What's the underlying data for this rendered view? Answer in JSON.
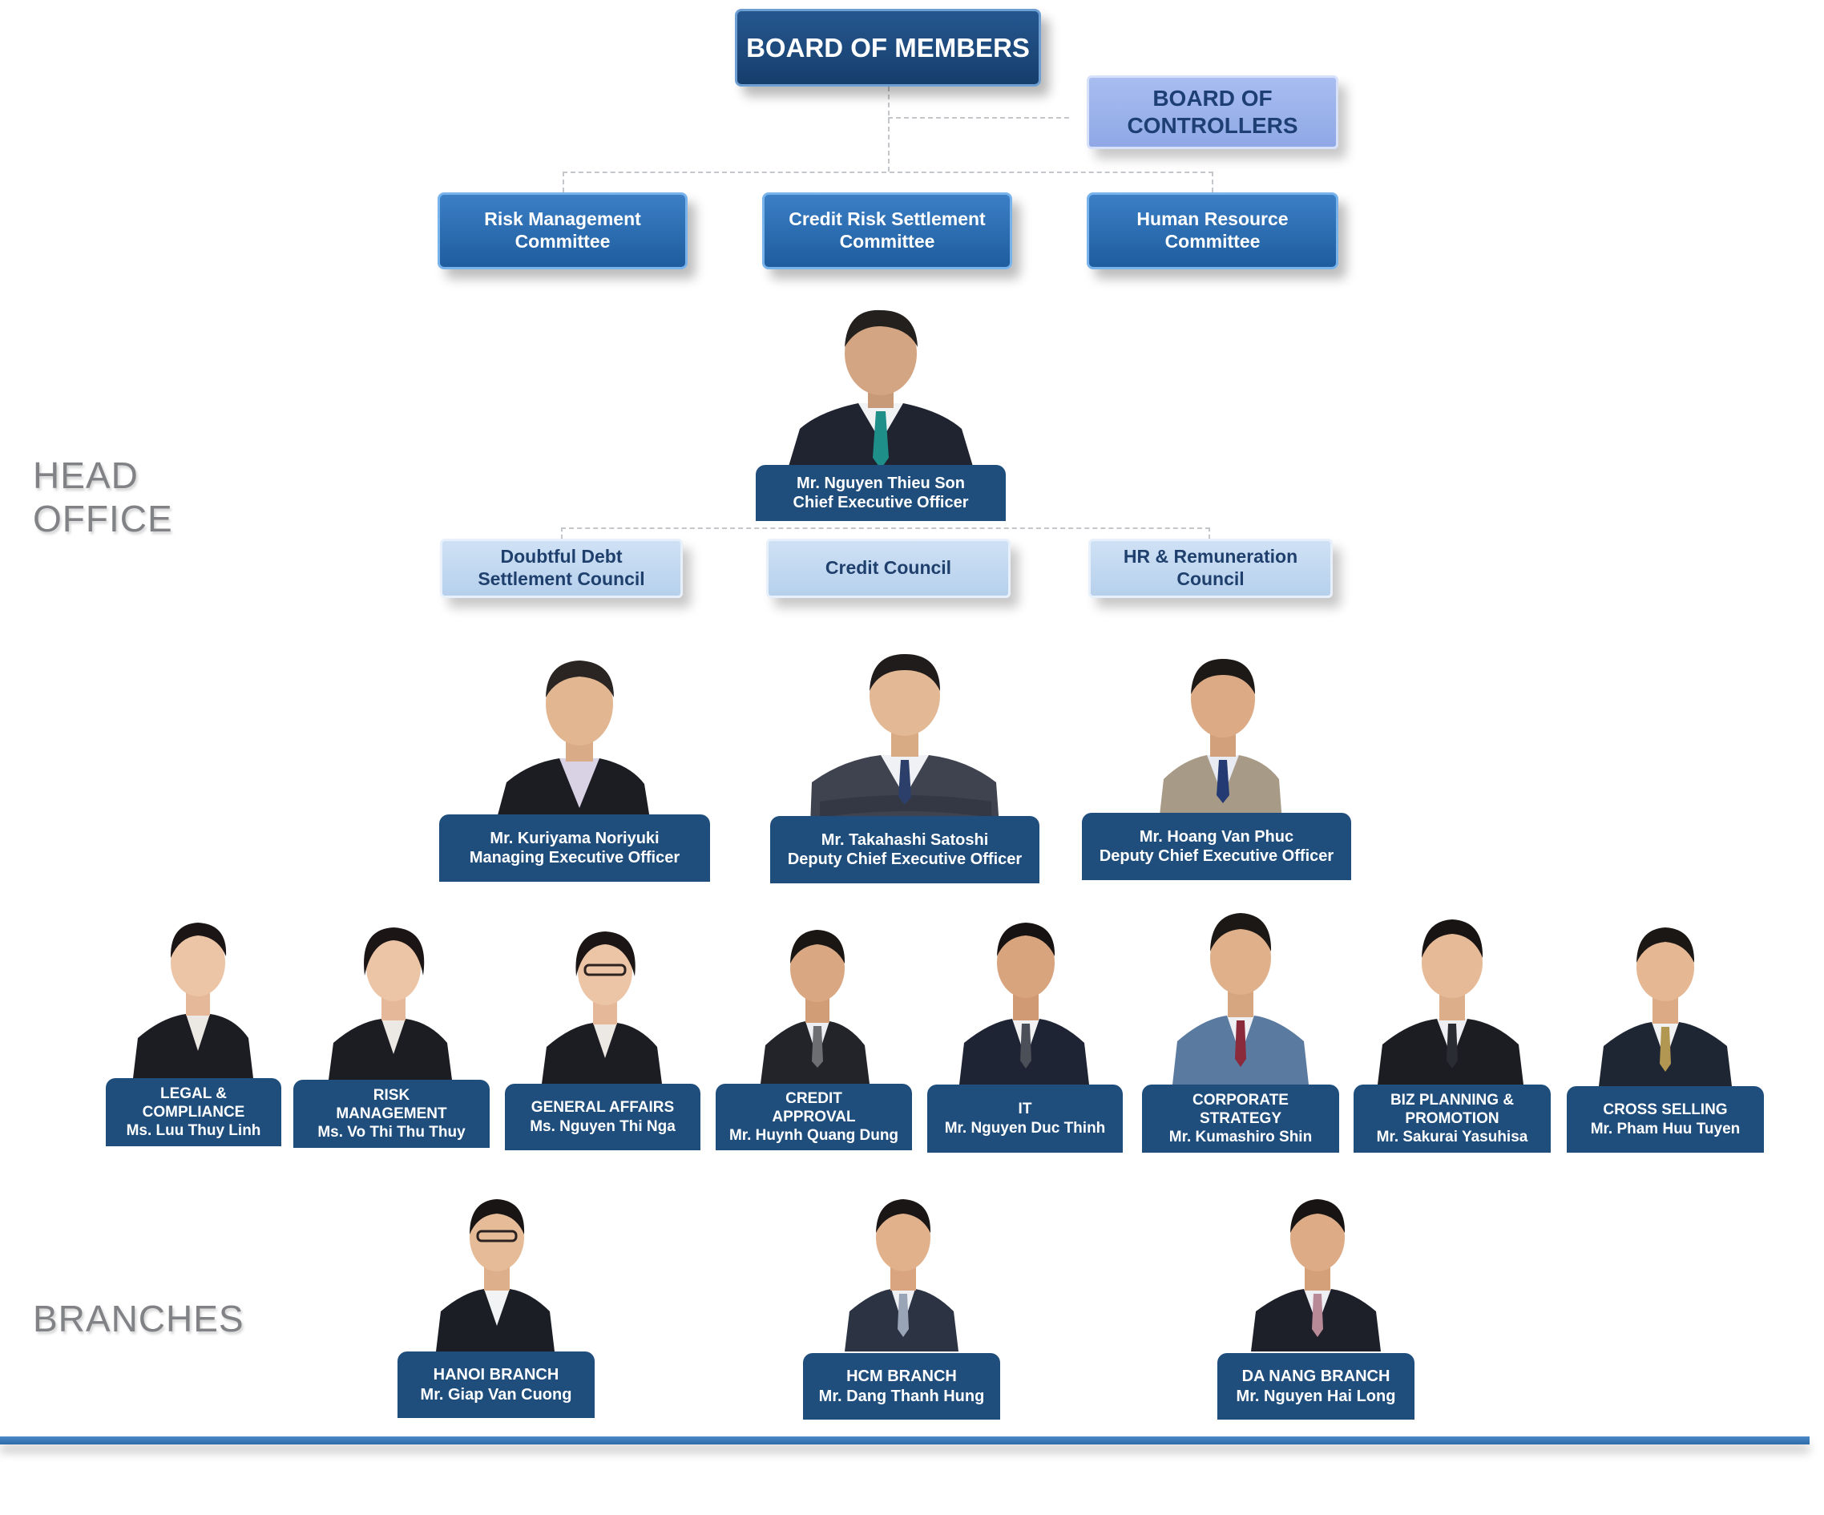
{
  "top": {
    "board_members": "BOARD  OF  MEMBERS",
    "board_controllers": "BOARD OF\nCONTROLLERS"
  },
  "committees": [
    {
      "label": "Risk Management\nCommittee"
    },
    {
      "label": "Credit Risk Settlement\nCommittee"
    },
    {
      "label": "Human Resource\nCommittee"
    }
  ],
  "councils": [
    {
      "label": "Doubtful Debt\nSettlement Council"
    },
    {
      "label": "Credit  Council"
    },
    {
      "label": "HR & Remuneration\nCouncil"
    }
  ],
  "side_labels": {
    "head_office": "HEAD\nOFFICE",
    "branches": "BRANCHES"
  },
  "ceo": {
    "name": "Mr. Nguyen  Thieu  Son",
    "title": "Chief Executive Officer"
  },
  "executives": [
    {
      "name": "Mr. Kuriyama Noriyuki",
      "title": "Managing Executive Officer"
    },
    {
      "name": "Mr. Takahashi Satoshi",
      "title": "Deputy Chief Executive Officer"
    },
    {
      "name": "Mr. Hoang Van Phuc",
      "title": "Deputy Chief Executive Officer"
    }
  ],
  "departments": [
    {
      "dept": "LEGAL  &\nCOMPLIANCE",
      "name": "Ms.  Luu  Thuy Linh"
    },
    {
      "dept": "RISK\nMANAGEMENT",
      "name": "Ms. Vo Thi  Thu Thuy"
    },
    {
      "dept": "GENERAL  AFFAIRS",
      "name": "Ms.  Nguyen  Thi Nga"
    },
    {
      "dept": "CREDIT\nAPPROVAL",
      "name": "Mr. Huynh Quang Dung"
    },
    {
      "dept": "IT",
      "name": "Mr.  Nguyen   Duc  Thinh"
    },
    {
      "dept": "CORPORATE\nSTRATEGY",
      "name": "Mr. Kumashiro Shin"
    },
    {
      "dept": "BIZ  PLANNING   &\nPROMOTION",
      "name": "Mr.  Sakurai  Yasuhisa"
    },
    {
      "dept": "CROSS  SELLING",
      "name": "Mr.  Pham  Huu  Tuyen"
    }
  ],
  "branches": [
    {
      "branch": "HANOI  BRANCH",
      "name": "Mr. Giap Van Cuong"
    },
    {
      "branch": "HCM  BRANCH",
      "name": "Mr. Dang Thanh Hung"
    },
    {
      "branch": "DA  NANG  BRANCH",
      "name": "Mr. Nguyen Hai Long"
    }
  ]
}
